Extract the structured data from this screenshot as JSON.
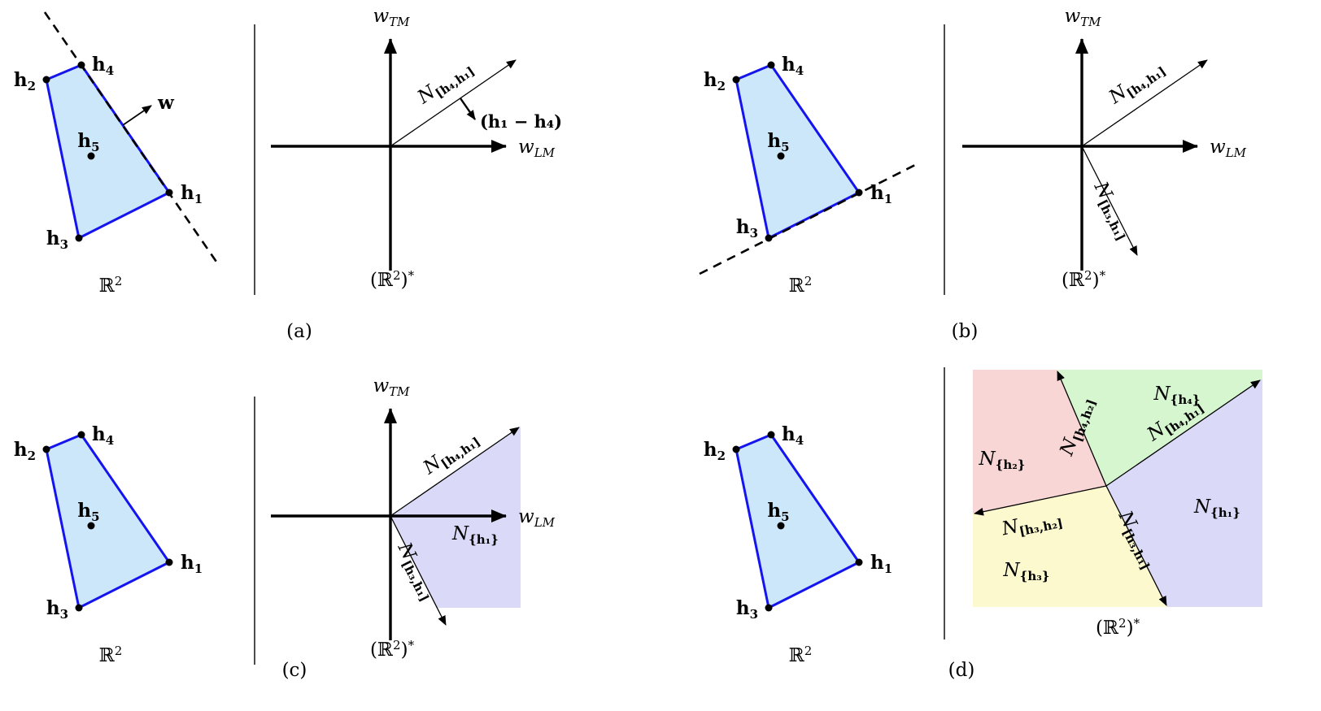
{
  "figure": {
    "background": "#ffffff",
    "captions": {
      "a": "(a)",
      "b": "(b)",
      "c": "(c)",
      "d": "(d)"
    }
  },
  "colors": {
    "polytope_fill": "#cde7fa",
    "polytope_stroke": "#1414f0",
    "cone_h1_fill": "#dadaf8",
    "cone_h2_fill": "#f9d6d6",
    "cone_h3_fill": "#fcf9cf",
    "cone_h4_fill": "#d6f6d0",
    "ink": "#000000"
  },
  "space": {
    "primal_base": "ℝ",
    "primal_sup": "2",
    "dual_pre": "(ℝ",
    "dual_sup": "2",
    "dual_close": ")",
    "dual_star": "*"
  },
  "axes": {
    "w": "w",
    "tm": "TM",
    "lm": "LM"
  },
  "vertices": {
    "h": "h",
    "s1": "1",
    "s2": "2",
    "s3": "3",
    "s4": "4",
    "s5": "5"
  },
  "normal_fan": {
    "N": "N",
    "edge_h4h1": "[h₄,h₁]",
    "edge_h3h1": "[h₃,h₁]",
    "edge_h4h2": "[h₄,h₂]",
    "edge_h3h2": "[h₃,h₂]",
    "vertex_h1": "{h₁}",
    "vertex_h2": "{h₂}",
    "vertex_h3": "{h₃}",
    "vertex_h4": "{h₄}"
  },
  "annotations": {
    "normal_vector": "w",
    "edge_direction": "(h₁ − h₄)"
  }
}
